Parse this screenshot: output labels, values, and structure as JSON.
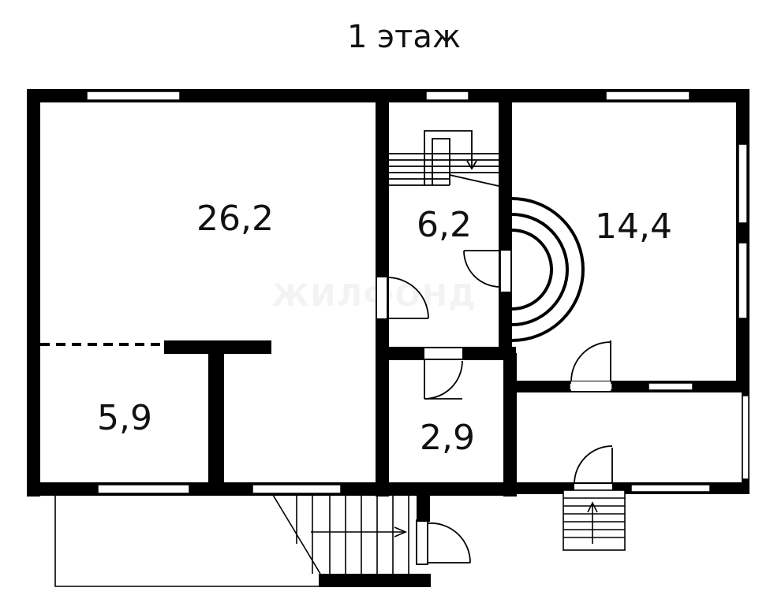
{
  "title": "1 этаж",
  "rooms": [
    {
      "id": "living",
      "area": "26,2"
    },
    {
      "id": "stair-hall",
      "area": "6,2"
    },
    {
      "id": "right-room",
      "area": "14,4"
    },
    {
      "id": "small-left",
      "area": "5,9"
    },
    {
      "id": "bath",
      "area": "2,9"
    }
  ],
  "watermark": "ЖИЛФОНД",
  "colors": {
    "wall": "#000000",
    "window": "#ffffff",
    "background": "#ffffff"
  }
}
